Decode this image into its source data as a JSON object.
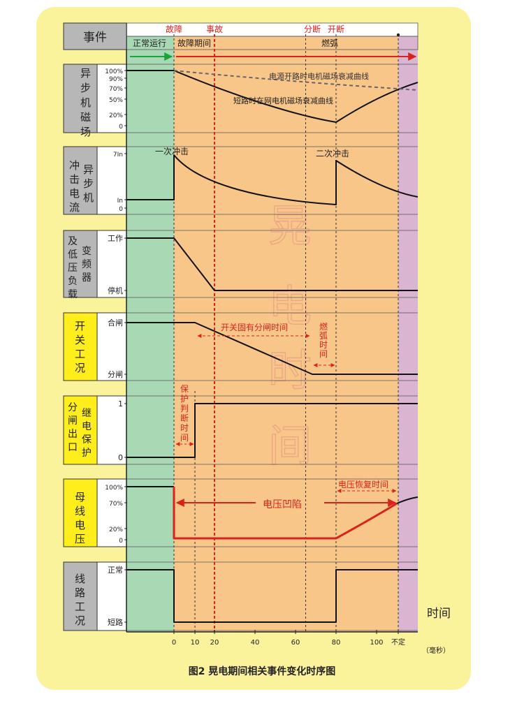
{
  "caption": "图2 晃电期间相关事件变化时序图",
  "watermark": [
    "晃",
    "电",
    "时",
    "间"
  ],
  "colors": {
    "panel": "#fbf39c",
    "normal_zone": "#a8d8b4",
    "fault_zone": "#f9c68a",
    "tail_zone": "#d9b5d2",
    "grid_bg": "#ffffff",
    "label_gray": "#b7b7b7",
    "label_yellow": "#ffee1c",
    "red": "#d9221c",
    "green": "#1aa33a"
  },
  "events": {
    "header": "事件",
    "markers": [
      {
        "label": "故障",
        "t": 0
      },
      {
        "label": "事故",
        "t": 20
      },
      {
        "label": "分断",
        "t": 65
      },
      {
        "label": "开断",
        "t": 77
      }
    ],
    "phases": [
      {
        "label": "正常运行"
      },
      {
        "label": "故障期间"
      },
      {
        "label": "燃弧"
      }
    ]
  },
  "rows": [
    {
      "label": "异步机磁场",
      "label_style": "gray",
      "ticks": [
        "100%",
        "90%",
        "70%",
        "50%",
        "20%",
        "0"
      ],
      "annotations": [
        "电源开路时电机磁场衰减曲线",
        "短路时在网电机磁场衰减曲线"
      ]
    },
    {
      "label": "异步机冲击电流",
      "label_style": "gray",
      "ticks": [
        "7In",
        "In",
        "0"
      ],
      "annotations": [
        "一次冲击",
        "二次冲击"
      ]
    },
    {
      "label": "变频器及低压负载",
      "label_style": "gray",
      "ticks": [
        "工作",
        "停机"
      ],
      "annotations": []
    },
    {
      "label": "开关工况",
      "label_style": "yellow",
      "ticks": [
        "合闸",
        "分闸"
      ],
      "annotations": [
        "开关固有分闸时间",
        "燃弧时间"
      ]
    },
    {
      "label": "继电保护分闸出口",
      "label_style": "yellow",
      "ticks": [
        "1",
        "0"
      ],
      "annotations": [
        "保护判断时间"
      ]
    },
    {
      "label": "母线电压",
      "label_style": "yellow",
      "ticks": [
        "100%",
        "70%",
        "20%",
        "0"
      ],
      "annotations": [
        "电压凹陷",
        "电压恢复时间"
      ]
    },
    {
      "label": "线路工况",
      "label_style": "gray",
      "ticks": [
        "正常",
        "短路"
      ],
      "annotations": []
    }
  ],
  "time_axis": {
    "title": "时间",
    "unit": "（毫秒）",
    "ticks": [
      "0",
      "10",
      "20",
      "40",
      "60",
      "80",
      "100",
      "不定"
    ],
    "tick_values": [
      0,
      10,
      20,
      40,
      60,
      80,
      100,
      113
    ]
  }
}
